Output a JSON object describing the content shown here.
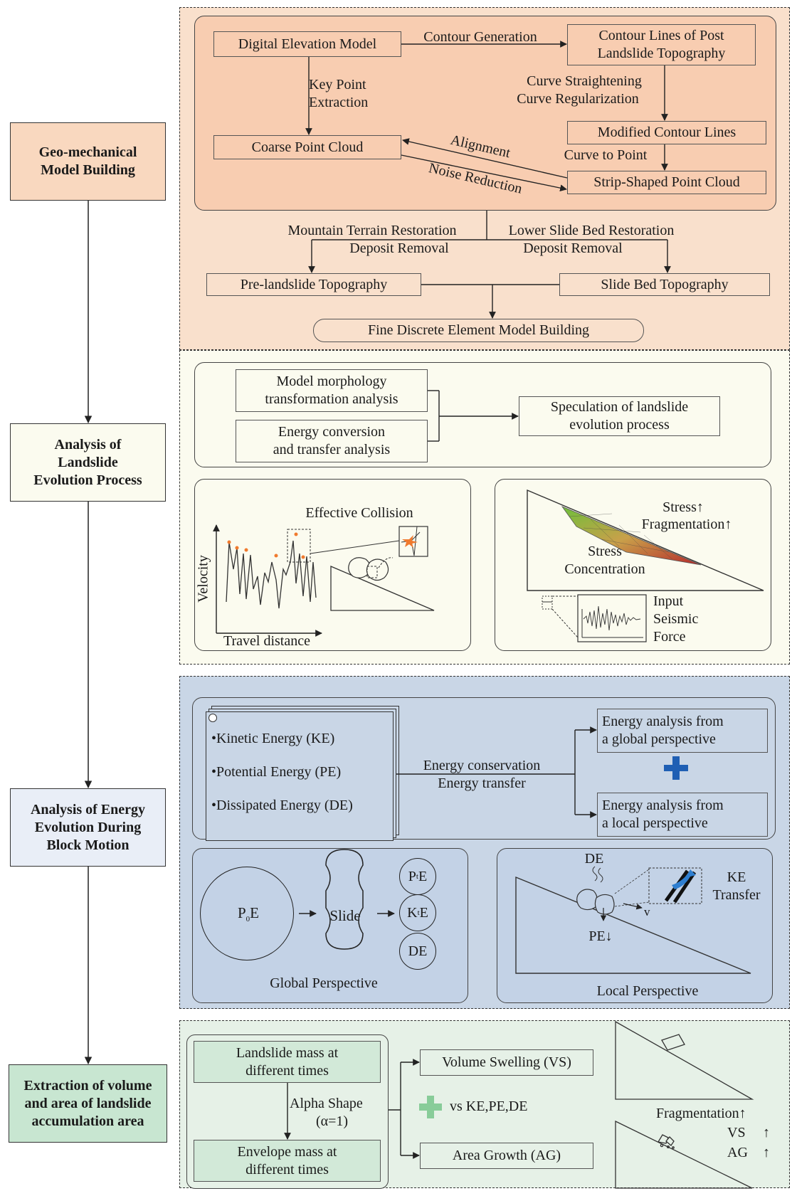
{
  "left_steps": [
    "Geo-mechanical\nModel Building",
    "Analysis of\nLandslide\nEvolution Process",
    "Analysis of Energy\nEvolution During\nBlock Motion",
    "Extraction of volume\nand area of landslide\naccumulation area"
  ],
  "colors": {
    "s1_bg": "#f9e0cc",
    "s1_panel": "#f8cdb1",
    "s2_bg": "#fbfbef",
    "s3_bg": "#c9d6e6",
    "s4_bg": "#e6f1e7",
    "s4_left": "#cfe7d6",
    "plus_blue": "#1f5fb4",
    "plus_green": "#88cc99"
  },
  "s1": {
    "dem": "Digital Elevation Model",
    "contour_gen": "Contour Generation",
    "contour_lines": "Contour Lines of Post\nLandslide Topography",
    "key_point": "Key Point\nExtraction",
    "curve_straight": "Curve Straightening",
    "curve_reg": "Curve  Regularization",
    "modified": "Modified Contour Lines",
    "coarse": "Coarse  Point Cloud",
    "alignment": "Alignment",
    "curve_to_point": "Curve to Point",
    "noise": "Noise Reduction",
    "strip": "Strip-Shaped Point Cloud",
    "mountain": "Mountain Terrain Restoration",
    "deposit_left": "Deposit Removal",
    "lower_bed": "Lower Slide Bed Restoration",
    "deposit_right": "Deposit Removal",
    "pre_landslide": "Pre-landslide Topography",
    "slide_bed": "Slide Bed Topography",
    "fine_model": "Fine Discrete Element Model Building"
  },
  "s2": {
    "morph": "Model morphology\ntransformation analysis",
    "energy_conv": "Energy conversion\nand transfer analysis",
    "speculation": "Speculation of landslide\nevolution process",
    "effective": "Effective Collision",
    "velocity": "Velocity",
    "travel": "Travel distance",
    "stress_up": "Stress↑",
    "frag_up": "Fragmentation↑",
    "stress_conc": "Stress\nConcentration",
    "input_force": "Input\nSeismic\nForce"
  },
  "s3": {
    "ke": "•Kinetic Energy (KE)",
    "pe": "•Potential Energy (PE)",
    "de": "•Dissipated Energy (DE)",
    "conservation": "Energy conservation",
    "transfer": "Energy transfer",
    "global_box": "Energy analysis from\na global perspective",
    "local_box": "Energy analysis from\na local perspective",
    "p0": "P",
    "p0_sub": "0",
    "slide": "Slide",
    "pt": "P",
    "pt_sub": "t",
    "kt": "K",
    "kt_sub": "t",
    "e": "E",
    "de_circle": "DE",
    "global_persp": "Global Perspective",
    "de_label": "DE",
    "ke_transfer": "KE\nTransfer",
    "v": "v",
    "pe_down": "PE↓",
    "local_persp": "Local Perspective"
  },
  "s4": {
    "mass": "Landslide mass at\ndifferent times",
    "alpha": "Alpha Shape",
    "alpha_val": "(α=1)",
    "envelope": "Envelope mass at\ndifferent times",
    "vs_box": "Volume Swelling (VS)",
    "vs_ke": "vs KE,PE,DE",
    "ag_box": "Area Growth (AG)",
    "frag": "Fragmentation↑",
    "vs": "VS",
    "ag": "AG",
    "up": "↑"
  }
}
